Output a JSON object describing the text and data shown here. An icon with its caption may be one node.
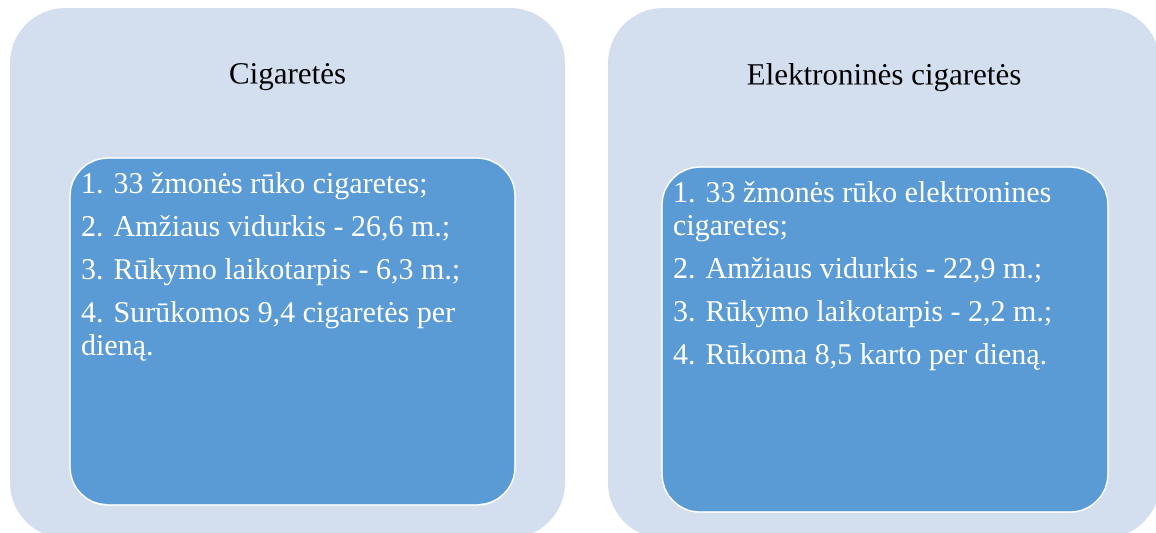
{
  "diagram": {
    "nodes": [
      {
        "text": [
          "Cigaretės"
        ]
      },
      {
        "text": [
          "1. 33 žmonės rūko cigaretes;",
          "2. Amžiaus vidurkis - 26,6 m.;",
          "3. Rūkymo laikotarpis - 6,3 m.;",
          "4. Surūkomos 9,4 cigaretės per dieną."
        ],
        "in": 0
      },
      {
        "text": [
          "Elektroninės cigaretės"
        ]
      },
      {
        "text": [
          "1. 33 žmonės rūko elektronines cigaretes;",
          "2. Amžiaus vidurkis - 22,9 m.;",
          "3. Rūkymo laikotarpis - 2,2 m.;",
          "4. Rūkoma 8,5  karto per dieną."
        ],
        "in": 2
      }
    ]
  }
}
